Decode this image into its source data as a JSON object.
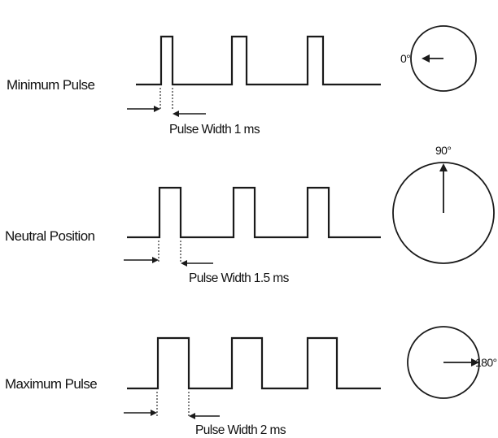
{
  "rows": [
    {
      "label": "Minimum Pulse",
      "pulse_width_label": "Pulse Width 1 ms",
      "pulse_width_ms": 1,
      "servo_angle_label": "0°",
      "servo_angle_deg": 0
    },
    {
      "label": "Neutral Position",
      "pulse_width_label": "Pulse Width 1.5 ms",
      "pulse_width_ms": 1.5,
      "servo_angle_label": "90°",
      "servo_angle_deg": 90
    },
    {
      "label": "Maximum Pulse",
      "pulse_width_label": "Pulse Width 2 ms",
      "pulse_width_ms": 2,
      "servo_angle_label": "180°",
      "servo_angle_deg": 180
    }
  ]
}
